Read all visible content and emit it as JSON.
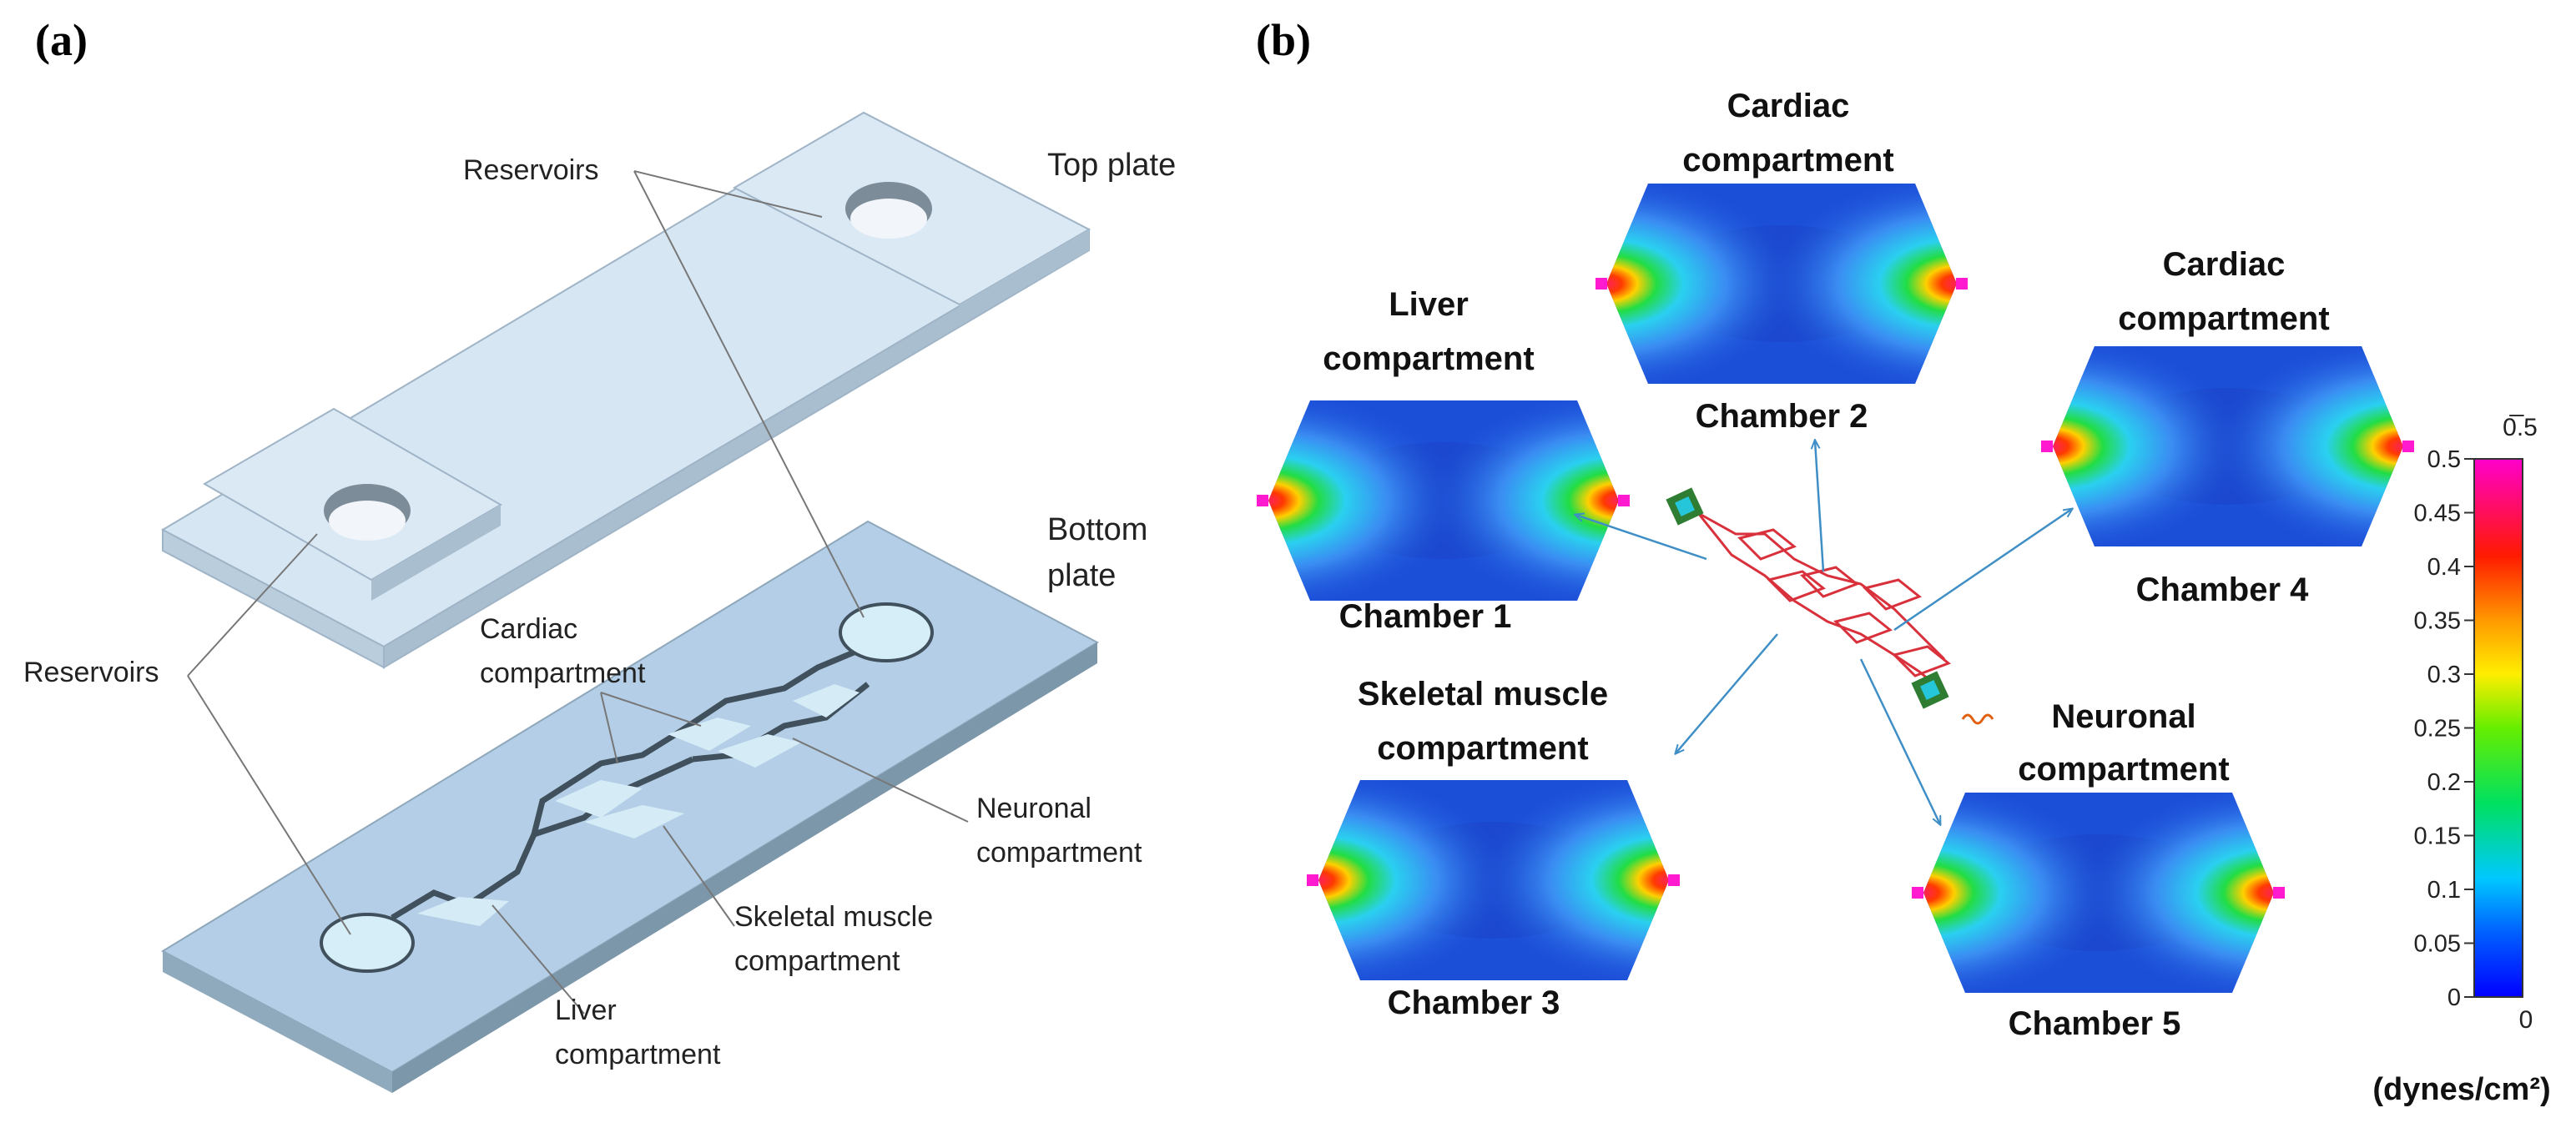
{
  "panels": {
    "a": "(a)",
    "b": "(b)"
  },
  "panel_a": {
    "reservoirs_top": "Reservoirs",
    "top_plate": "Top plate",
    "bottom_plate_1": "Bottom",
    "bottom_plate_2": "plate",
    "reservoirs_left": "Reservoirs",
    "cardiac_1": "Cardiac",
    "cardiac_2": "compartment",
    "neuronal_1": "Neuronal",
    "neuronal_2": "compartment",
    "skeletal_1": "Skeletal muscle",
    "skeletal_2": "compartment",
    "liver_1": "Liver",
    "liver_2": "compartment"
  },
  "panel_b": {
    "cardiac_top_1": "Cardiac",
    "cardiac_top_2": "compartment",
    "chamber2": "Chamber 2",
    "liver_1": "Liver",
    "liver_2": "compartment",
    "chamber1": "Chamber 1",
    "cardiac_right_1": "Cardiac",
    "cardiac_right_2": "compartment",
    "chamber4": "Chamber 4",
    "skeletal_1": "Skeletal muscle",
    "skeletal_2": "compartment",
    "chamber3": "Chamber 3",
    "neuronal_1": "Neuronal",
    "neuronal_2": "compartment",
    "chamber5": "Chamber 5"
  },
  "colorbar": {
    "top_label": "0̅.5",
    "ticks": [
      "0.5",
      "0.45",
      "0.4",
      "0.35",
      "0.3",
      "0.25",
      "0.2",
      "0.15",
      "0.1",
      "0.05",
      "0"
    ],
    "bottom_label": "0",
    "unit": "(dynes/cm²)"
  },
  "colors": {
    "plate_top": "#d6e6f3",
    "plate_side": "#a9bfd0",
    "bottom_top": "#b3cee6",
    "chamber_blue": "#1c4fd8",
    "arrow": "#3f8fc6"
  }
}
